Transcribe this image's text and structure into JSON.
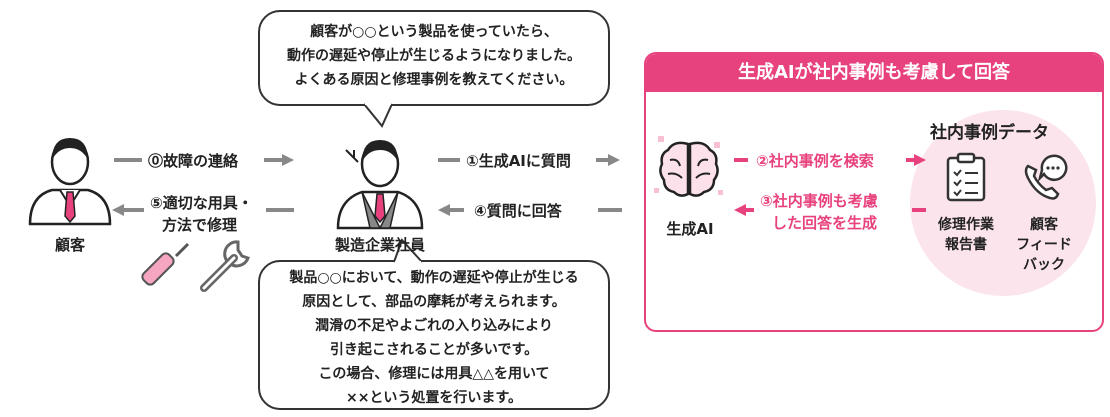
{
  "top_bubble": {
    "lines": [
      "顧客が○○という製品を使っていたら、",
      "動作の遅延や停止が生じるようになりました。",
      "よくある原因と修理事例を教えてください。"
    ]
  },
  "bottom_bubble": {
    "lines": [
      "製品○○において、動作の遅延や停止が生じる",
      "原因として、部品の摩耗が考えられます。",
      "潤滑の不足やよごれの入り込みにより",
      "引き起こされることが多いです。",
      "この場合、修理には用具△△を用いて",
      "××という処置を行います。"
    ]
  },
  "actors": {
    "customer": "顧客",
    "employee": "製造企業社員"
  },
  "flow": {
    "step0": "⓪故障の連絡",
    "step1": "①生成AIに質問",
    "step4": "④質問に回答",
    "step5_line1": "⑤適切な用具・",
    "step5_line2": "方法で修理"
  },
  "panel": {
    "title": "生成AIが社内事例も考慮して回答",
    "ai_label": "生成AI",
    "step2": "②社内事例を検索",
    "step3_line1": "③社内事例も考慮",
    "step3_line2": "した回答を生成",
    "data_title": "社内事例データ",
    "report_line1": "修理作業",
    "report_line2": "報告書",
    "feedback_line1": "顧客",
    "feedback_line2": "フィード",
    "feedback_line3": "バック"
  },
  "colors": {
    "accent": "#e8427e",
    "accent_light": "#fce4ec",
    "arrow_gray": "#888888",
    "text": "#222222"
  }
}
